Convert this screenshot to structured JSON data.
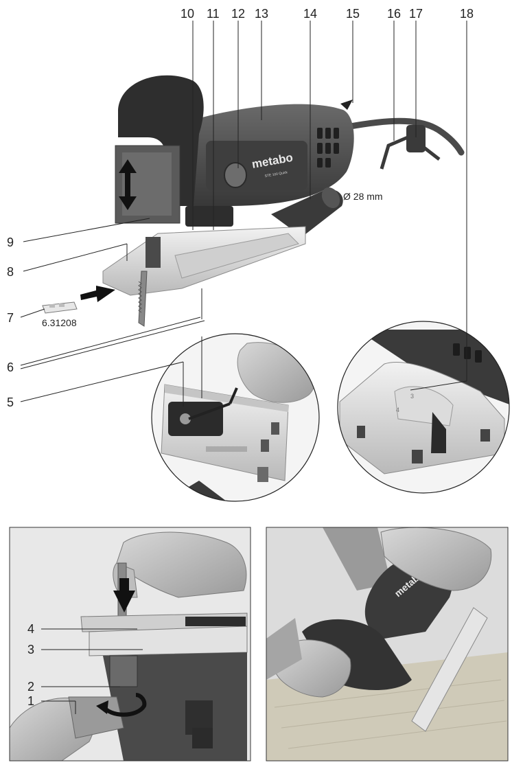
{
  "callouts": {
    "c10": "10",
    "c11": "11",
    "c12": "12",
    "c13": "13",
    "c14": "14",
    "c15": "15",
    "c16": "16",
    "c17": "17",
    "c18": "18",
    "c9": "9",
    "c8": "8",
    "c7": "7",
    "c6": "6",
    "c5": "5",
    "c4": "4",
    "c3": "3",
    "c2": "2",
    "c1": "1"
  },
  "dust_port_diameter": "Ø 28 mm",
  "accessory_code": "6.31208",
  "brand": "metabo",
  "model": "STE 100 Quick",
  "icons": [
    "up-down-arrow-icon",
    "insert-arrow-icon",
    "push-down-arrow-icon",
    "rotate-arrow-icon"
  ],
  "colors": {
    "tool_body": "#474747",
    "grip": "#303030",
    "base_plate": "#d9d9d9",
    "lines": "#222222"
  }
}
